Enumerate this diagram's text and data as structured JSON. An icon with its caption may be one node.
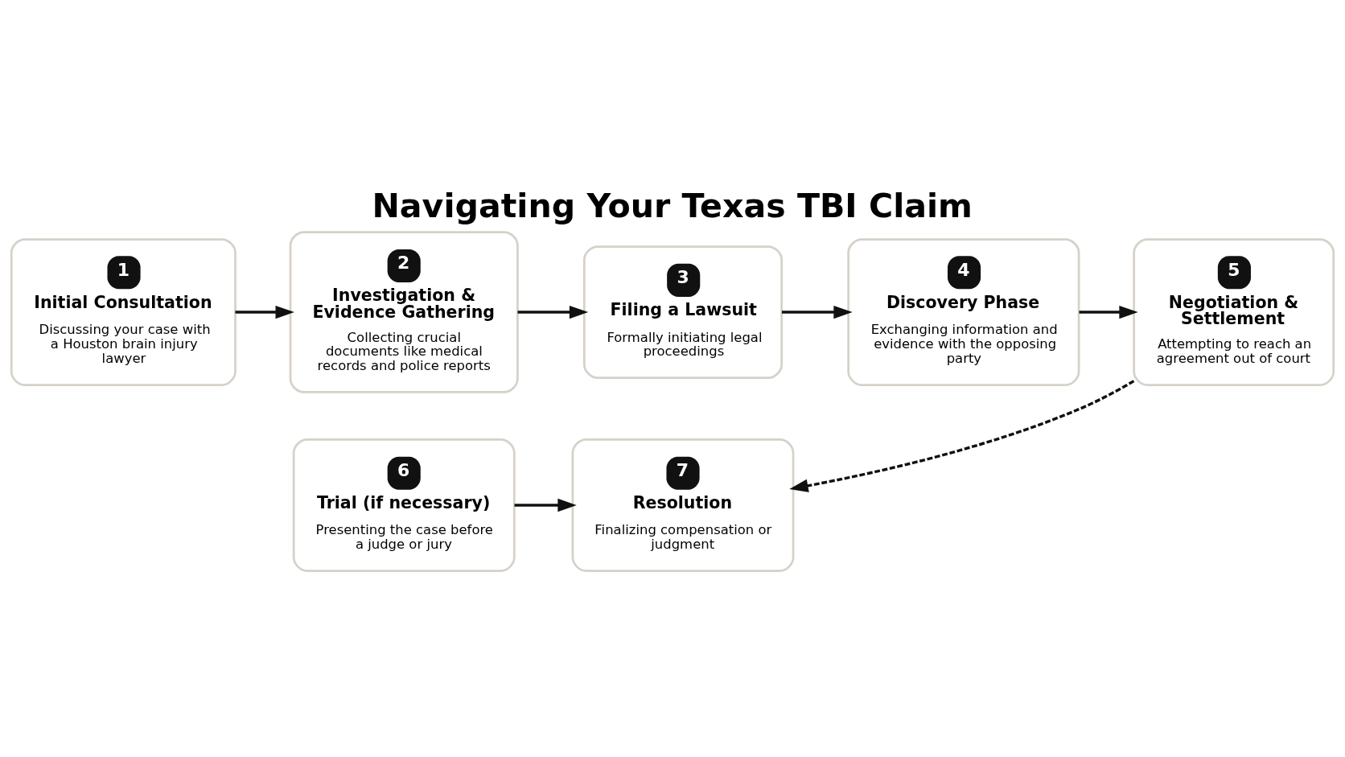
{
  "diagram": {
    "title": "Navigating Your Texas TBI Claim",
    "nodes": [
      {
        "text": [
          "1",
          "Initial Consultation",
          "Discussing your case with a Houston brain injury lawyer"
        ]
      },
      {
        "text": [
          "2",
          "Investigation & Evidence Gathering",
          "Collecting crucial documents like medical records and police reports"
        ]
      },
      {
        "text": [
          "3",
          "Filing a Lawsuit",
          "Formally initiating legal proceedings"
        ]
      },
      {
        "text": [
          "4",
          "Discovery Phase",
          "Exchanging information and evidence with the opposing party"
        ]
      },
      {
        "text": [
          "5",
          "Negotiation & Settlement",
          "Attempting to reach an agreement out of court"
        ]
      },
      {
        "text": [
          "6",
          "Trial (if necessary)",
          "Presenting the case before a judge or jury"
        ]
      },
      {
        "text": [
          "7",
          "Resolution",
          "Finalizing compensation or judgment"
        ]
      }
    ],
    "edges": [
      {
        "from": 0,
        "to": 1,
        "arrow": "to"
      },
      {
        "from": 1,
        "to": 2,
        "arrow": "to"
      },
      {
        "from": 2,
        "to": 3,
        "arrow": "to"
      },
      {
        "from": 3,
        "to": 4,
        "arrow": "to"
      },
      {
        "from": 4,
        "to": 6,
        "arrow": "to",
        "style": "dashed"
      },
      {
        "from": 5,
        "to": 6,
        "arrow": "to"
      }
    ]
  }
}
